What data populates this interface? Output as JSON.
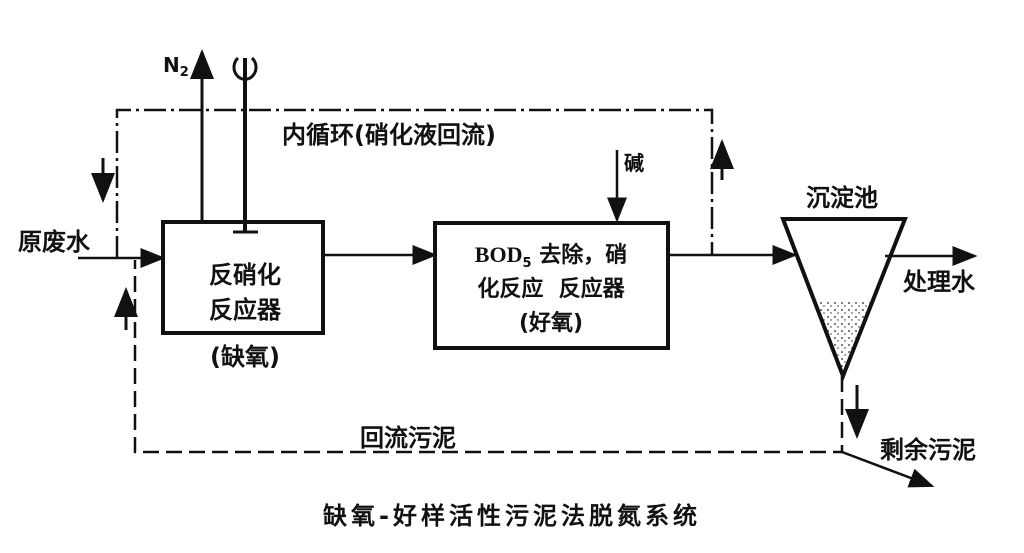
{
  "title": "缺氧-好样活性污泥法脱氮系统",
  "labels": {
    "n2": "N",
    "n2_sub": "2",
    "internal_recycle": "内循环(硝化液回流)",
    "raw_wastewater": "原废水",
    "alkali": "碱",
    "settling_tank": "沉淀池",
    "treated_water": "处理水",
    "return_sludge": "回流污泥",
    "excess_sludge": "剩余污泥"
  },
  "anoxic_reactor": {
    "line1": "反硝化",
    "line2": "反应器",
    "condition": "(缺氧)"
  },
  "aerobic_reactor": {
    "line1_a": "BOD",
    "line1_sub": "5",
    "line1_b": " 去除，硝",
    "line2": "化反应  反应器",
    "condition": "(好氧)"
  },
  "colors": {
    "ink": "#111111",
    "background": "#ffffff"
  }
}
